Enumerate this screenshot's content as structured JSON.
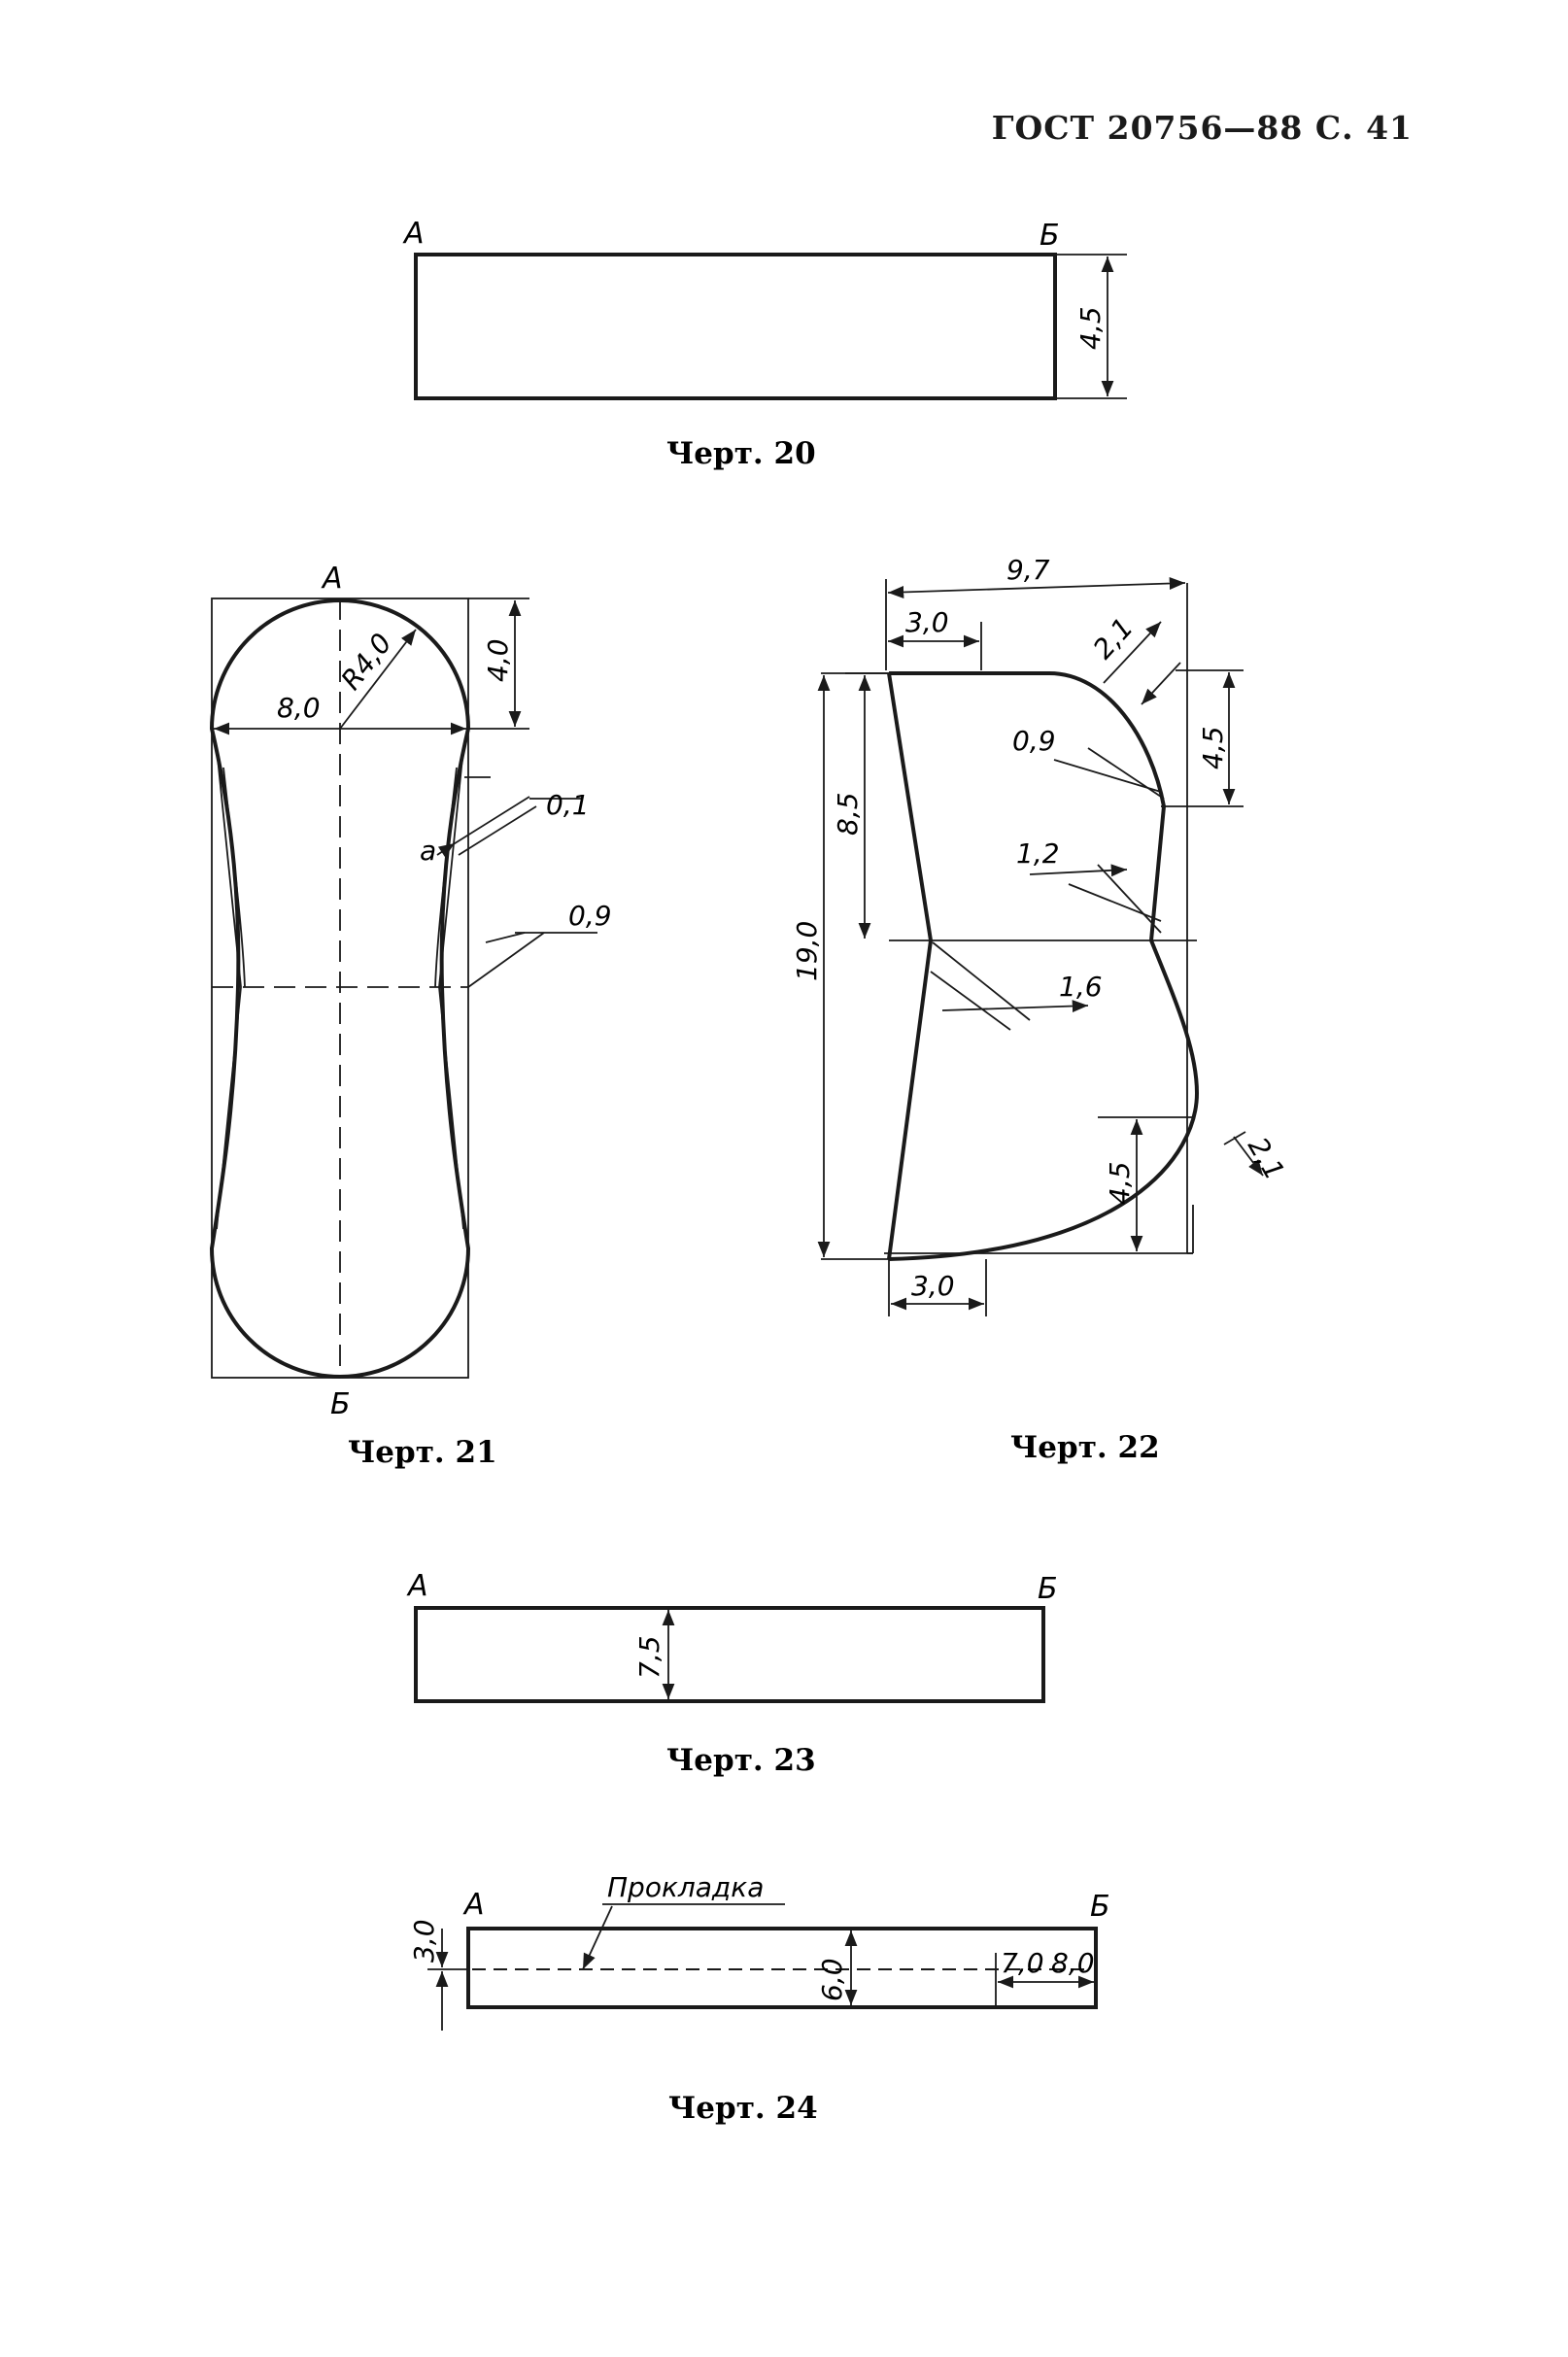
{
  "header": {
    "text": "ГОСТ 20756—88 С. 41"
  },
  "figures": {
    "f20": {
      "caption": "Черт. 20",
      "label_a": "А",
      "label_b": "Б",
      "dim_height": "4,5"
    },
    "f21": {
      "caption": "Черт. 21",
      "label_a": "А",
      "label_b": "Б",
      "dim_width": "8,0",
      "dim_radius": "R4,0",
      "dim_top": "4,0",
      "dim_01": "0,1",
      "mark_a": "а",
      "dim_09": "0,9"
    },
    "f22": {
      "caption": "Черт. 22",
      "dim_97": "9,7",
      "dim_30_top": "3,0",
      "dim_21_top": "2,1",
      "dim_45_top": "4,5",
      "dim_09": "0,9",
      "dim_85": "8,5",
      "dim_12": "1,2",
      "dim_190": "19,0",
      "dim_16": "1,6",
      "dim_45_bottom": "4,5",
      "dim_21_bottom": "2,1",
      "dim_30_bottom": "3,0"
    },
    "f23": {
      "caption": "Черт. 23",
      "label_a": "А",
      "label_b": "Б",
      "dim_height": "7,5"
    },
    "f24": {
      "caption": "Черт. 24",
      "label_a": "А",
      "label_b": "Б",
      "pad_label": "Прокладка",
      "dim_30": "3,0",
      "dim_60": "6,0",
      "dim_70": "7,0",
      "dim_80": "8,0"
    }
  }
}
